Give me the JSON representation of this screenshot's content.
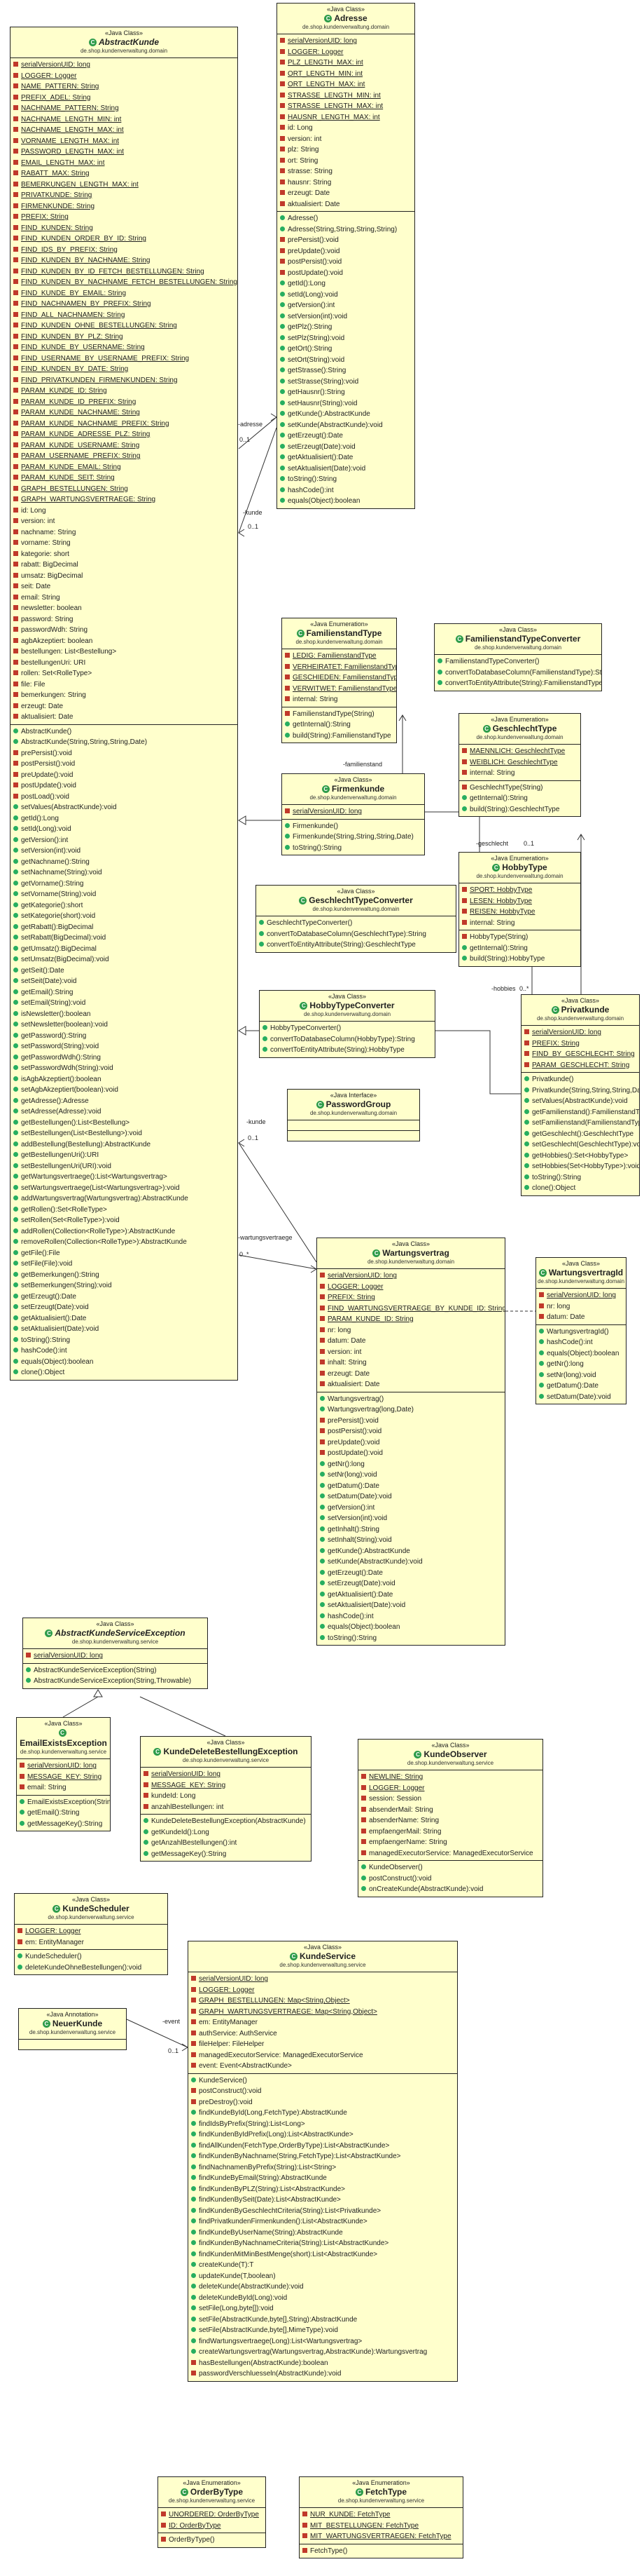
{
  "boxes": [
    {
      "id": "abstractkunde",
      "stereotype": "«Java Class»",
      "name": "AbstractKunde",
      "italic": true,
      "package": "de.shop.kundenverwaltung.domain",
      "sections": [
        [
          "s:serialVersionUID: long",
          "s:LOGGER: Logger",
          "s:NAME_PATTERN: String",
          "s:PREFIX_ADEL: String",
          "s:NACHNAME_PATTERN: String",
          "s:NACHNAME_LENGTH_MIN: int",
          "s:NACHNAME_LENGTH_MAX: int",
          "s:VORNAME_LENGTH_MAX: int",
          "s:PASSWORD_LENGTH_MAX: int",
          "s:EMAIL_LENGTH_MAX: int",
          "s:RABATT_MAX: String",
          "s:BEMERKUNGEN_LENGTH_MAX: int",
          "s:PRIVATKUNDE: String",
          "s:FIRMENKUNDE: String",
          "s:PREFIX: String",
          "s:FIND_KUNDEN: String",
          "s:FIND_KUNDEN_ORDER_BY_ID: String",
          "s:FIND_IDS_BY_PREFIX: String",
          "s:FIND_KUNDEN_BY_NACHNAME: String",
          "s:FIND_KUNDEN_BY_ID_FETCH_BESTELLUNGEN: String",
          "s:FIND_KUNDEN_BY_NACHNAME_FETCH_BESTELLUNGEN: String",
          "s:FIND_KUNDE_BY_EMAIL: String",
          "s:FIND_NACHNAMEN_BY_PREFIX: String",
          "s:FIND_ALL_NACHNAMEN: String",
          "s:FIND_KUNDEN_OHNE_BESTELLUNGEN: String",
          "s:FIND_KUNDEN_BY_PLZ: String",
          "s:FIND_KUNDE_BY_USERNAME: String",
          "s:FIND_USERNAME_BY_USERNAME_PREFIX: String",
          "s:FIND_KUNDEN_BY_DATE: String",
          "s:FIND_PRIVATKUNDEN_FIRMENKUNDEN: String",
          "s:PARAM_KUNDE_ID: String",
          "s:PARAM_KUNDE_ID_PREFIX: String",
          "s:PARAM_KUNDE_NACHNAME: String",
          "s:PARAM_KUNDE_NACHNAME_PREFIX: String",
          "s:PARAM_KUNDE_ADRESSE_PLZ: String",
          "s:PARAM_KUNDE_USERNAME: String",
          "s:PARAM_USERNAME_PREFIX: String",
          "s:PARAM_KUNDE_EMAIL: String",
          "s:PARAM_KUNDE_SEIT: String",
          "s:GRAPH_BESTELLUNGEN: String",
          "s:GRAPH_WARTUNGSVERTRAEGE: String",
          "p:id: Long",
          "p:version: int",
          "p:nachname: String",
          "p:vorname: String",
          "p:kategorie: short",
          "p:rabatt: BigDecimal",
          "p:umsatz: BigDecimal",
          "p:seit: Date",
          "p:email: String",
          "p:newsletter: boolean",
          "p:password: String",
          "p:passwordWdh: String",
          "p:agbAkzeptiert: boolean",
          "p:bestellungen: List<Bestellung>",
          "p:bestellungenUri: URI",
          "p:rollen: Set<RolleType>",
          "p:file: File",
          "p:bemerkungen: String",
          "p:erzeugt: Date",
          "p:aktualisiert: Date"
        ],
        [
          "o:AbstractKunde()",
          "o:AbstractKunde(String,String,String,Date)",
          "r:prePersist():void",
          "r:postPersist():void",
          "r:preUpdate():void",
          "r:postUpdate():void",
          "r:postLoad():void",
          "o:setValues(AbstractKunde):void",
          "o:getId():Long",
          "o:setId(Long):void",
          "o:getVersion():int",
          "o:setVersion(int):void",
          "o:getNachname():String",
          "o:setNachname(String):void",
          "o:getVorname():String",
          "o:setVorname(String):void",
          "o:getKategorie():short",
          "o:setKategorie(short):void",
          "o:getRabatt():BigDecimal",
          "o:setRabatt(BigDecimal):void",
          "o:getUmsatz():BigDecimal",
          "o:setUmsatz(BigDecimal):void",
          "o:getSeit():Date",
          "o:setSeit(Date):void",
          "o:getEmail():String",
          "o:setEmail(String):void",
          "o:isNewsletter():boolean",
          "o:setNewsletter(boolean):void",
          "o:getPassword():String",
          "o:setPassword(String):void",
          "o:getPasswordWdh():String",
          "o:setPasswordWdh(String):void",
          "o:isAgbAkzeptiert():boolean",
          "o:setAgbAkzeptiert(boolean):void",
          "o:getAdresse():Adresse",
          "o:setAdresse(Adresse):void",
          "o:getBestellungen():List<Bestellung>",
          "o:setBestellungen(List<Bestellung>):void",
          "o:addBestellung(Bestellung):AbstractKunde",
          "o:getBestellungenUri():URI",
          "o:setBestellungenUri(URI):void",
          "o:getWartungsvertraege():List<Wartungsvertrag>",
          "o:setWartungsvertraege(List<Wartungsvertrag>):void",
          "o:addWartungsvertrag(Wartungsvertrag):AbstractKunde",
          "o:getRollen():Set<RolleType>",
          "o:setRollen(Set<RolleType>):void",
          "o:addRollen(Collection<RolleType>):AbstractKunde",
          "o:removeRollen(Collection<RolleType>):AbstractKunde",
          "o:getFile():File",
          "o:setFile(File):void",
          "o:getBemerkungen():String",
          "o:setBemerkungen(String):void",
          "o:getErzeugt():Date",
          "o:setErzeugt(Date):void",
          "o:getAktualisiert():Date",
          "o:setAktualisiert(Date):void",
          "o:toString():String",
          "o:hashCode():int",
          "o:equals(Object):boolean",
          "o:clone():Object"
        ]
      ]
    },
    {
      "id": "adresse",
      "stereotype": "«Java Class»",
      "name": "Adresse",
      "package": "de.shop.kundenverwaltung.domain",
      "sections": [
        [
          "s:serialVersionUID: long",
          "s:LOGGER: Logger",
          "s:PLZ_LENGTH_MAX: int",
          "s:ORT_LENGTH_MIN: int",
          "s:ORT_LENGTH_MAX: int",
          "s:STRASSE_LENGTH_MIN: int",
          "s:STRASSE_LENGTH_MAX: int",
          "s:HAUSNR_LENGTH_MAX: int",
          "p:id: Long",
          "p:version: int",
          "p:plz: String",
          "p:ort: String",
          "p:strasse: String",
          "p:hausnr: String",
          "p:erzeugt: Date",
          "p:aktualisiert: Date"
        ],
        [
          "o:Adresse()",
          "o:Adresse(String,String,String,String)",
          "r:prePersist():void",
          "r:preUpdate():void",
          "r:postPersist():void",
          "r:postUpdate():void",
          "o:getId():Long",
          "o:setId(Long):void",
          "o:getVersion():int",
          "o:setVersion(int):void",
          "o:getPlz():String",
          "o:setPlz(String):void",
          "o:getOrt():String",
          "o:setOrt(String):void",
          "o:getStrasse():String",
          "o:setStrasse(String):void",
          "o:getHausnr():String",
          "o:setHausnr(String):void",
          "o:getKunde():AbstractKunde",
          "o:setKunde(AbstractKunde):void",
          "o:getErzeugt():Date",
          "o:setErzeugt(Date):void",
          "o:getAktualisiert():Date",
          "o:setAktualisiert(Date):void",
          "o:toString():String",
          "o:hashCode():int",
          "o:equals(Object):boolean"
        ]
      ]
    },
    {
      "id": "familienstandtype",
      "stereotype": "«Java Enumeration»",
      "name": "FamilienstandType",
      "package": "de.shop.kundenverwaltung.domain",
      "sections": [
        [
          "s:LEDIG: FamilienstandType",
          "s:VERHEIRATET: FamilienstandType",
          "s:GESCHIEDEN: FamilienstandType",
          "s:VERWITWET: FamilienstandType",
          "p:internal: String"
        ],
        [
          "r:FamilienstandType(String)",
          "o:getInternal():String",
          "o:build(String):FamilienstandType"
        ]
      ]
    },
    {
      "id": "familienstandtypeconverter",
      "stereotype": "«Java Class»",
      "name": "FamilienstandTypeConverter",
      "package": "de.shop.kundenverwaltung.domain",
      "sections": [
        [
          "o:FamilienstandTypeConverter()",
          "o:convertToDatabaseColumn(FamilienstandType):String",
          "o:convertToEntityAttribute(String):FamilienstandType"
        ]
      ]
    },
    {
      "id": "geschlechttype",
      "stereotype": "«Java Enumeration»",
      "name": "GeschlechtType",
      "package": "de.shop.kundenverwaltung.domain",
      "sections": [
        [
          "s:MAENNLICH: GeschlechtType",
          "s:WEIBLICH: GeschlechtType",
          "p:internal: String"
        ],
        [
          "r:GeschlechtType(String)",
          "o:getInternal():String",
          "o:build(String):GeschlechtType"
        ]
      ]
    },
    {
      "id": "firmenkunde",
      "stereotype": "«Java Class»",
      "name": "Firmenkunde",
      "package": "de.shop.kundenverwaltung.domain",
      "sections": [
        [
          "s:serialVersionUID: long"
        ],
        [
          "o:Firmenkunde()",
          "o:Firmenkunde(String,String,String,Date)",
          "o:toString():String"
        ]
      ]
    },
    {
      "id": "hobbytype",
      "stereotype": "«Java Enumeration»",
      "name": "HobbyType",
      "package": "de.shop.kundenverwaltung.domain",
      "sections": [
        [
          "s:SPORT: HobbyType",
          "s:LESEN: HobbyType",
          "s:REISEN: HobbyType",
          "p:internal: String"
        ],
        [
          "r:HobbyType(String)",
          "o:getInternal():String",
          "o:build(String):HobbyType"
        ]
      ]
    },
    {
      "id": "geschlechttypeconverter",
      "stereotype": "«Java Class»",
      "name": "GeschlechtTypeConverter",
      "package": "de.shop.kundenverwaltung.domain",
      "sections": [
        [
          "o:GeschlechtTypeConverter()",
          "o:convertToDatabaseColumn(GeschlechtType):String",
          "o:convertToEntityAttribute(String):GeschlechtType"
        ]
      ]
    },
    {
      "id": "hobbytypeconverter",
      "stereotype": "«Java Class»",
      "name": "HobbyTypeConverter",
      "package": "de.shop.kundenverwaltung.domain",
      "sections": [
        [
          "o:HobbyTypeConverter()",
          "o:convertToDatabaseColumn(HobbyType):String",
          "o:convertToEntityAttribute(String):HobbyType"
        ]
      ]
    },
    {
      "id": "privatkunde",
      "stereotype": "«Java Class»",
      "name": "Privatkunde",
      "package": "de.shop.kundenverwaltung.domain",
      "sections": [
        [
          "s:serialVersionUID: long",
          "s:PREFIX: String",
          "s:FIND_BY_GESCHLECHT: String",
          "s:PARAM_GESCHLECHT: String"
        ],
        [
          "o:Privatkunde()",
          "o:Privatkunde(String,String,String,Date)",
          "o:setValues(AbstractKunde):void",
          "o:getFamilienstand():FamilienstandType",
          "o:setFamilienstand(FamilienstandType):void",
          "o:getGeschlecht():GeschlechtType",
          "o:setGeschlecht(GeschlechtType):void",
          "o:getHobbies():Set<HobbyType>",
          "o:setHobbies(Set<HobbyType>):void",
          "o:toString():String",
          "o:clone():Object"
        ]
      ]
    },
    {
      "id": "passwordgroup",
      "stereotype": "«Java Interface»",
      "name": "PasswordGroup",
      "package": "de.shop.kundenverwaltung.domain",
      "sections": [
        [],
        []
      ]
    },
    {
      "id": "wartungsvertrag",
      "stereotype": "«Java Class»",
      "name": "Wartungsvertrag",
      "package": "de.shop.kundenverwaltung.domain",
      "sections": [
        [
          "s:serialVersionUID: long",
          "s:LOGGER: Logger",
          "s:PREFIX: String",
          "s:FIND_WARTUNGSVERTRAEGE_BY_KUNDE_ID: String",
          "s:PARAM_KUNDE_ID: String",
          "p:nr: long",
          "p:datum: Date",
          "p:version: int",
          "p:inhalt: String",
          "p:erzeugt: Date",
          "p:aktualisiert: Date"
        ],
        [
          "o:Wartungsvertrag()",
          "o:Wartungsvertrag(long,Date)",
          "r:prePersist():void",
          "r:postPersist():void",
          "r:preUpdate():void",
          "r:postUpdate():void",
          "o:getNr():long",
          "o:setNr(long):void",
          "o:getDatum():Date",
          "o:setDatum(Date):void",
          "o:getVersion():int",
          "o:setVersion(int):void",
          "o:getInhalt():String",
          "o:setInhalt(String):void",
          "o:getKunde():AbstractKunde",
          "o:setKunde(AbstractKunde):void",
          "o:getErzeugt():Date",
          "o:setErzeugt(Date):void",
          "o:getAktualisiert():Date",
          "o:setAktualisiert(Date):void",
          "o:hashCode():int",
          "o:equals(Object):boolean",
          "o:toString():String"
        ]
      ]
    },
    {
      "id": "wartungsvertragid",
      "stereotype": "«Java Class»",
      "name": "WartungsvertragId",
      "package": "de.shop.kundenverwaltung.domain",
      "sections": [
        [
          "s:serialVersionUID: long",
          "p:nr: long",
          "p:datum: Date"
        ],
        [
          "o:WartungsvertragId()",
          "o:hashCode():int",
          "o:equals(Object):boolean",
          "o:getNr():long",
          "o:setNr(long):void",
          "o:getDatum():Date",
          "o:setDatum(Date):void"
        ]
      ]
    },
    {
      "id": "abstractkundeserviceexception",
      "stereotype": "«Java Class»",
      "name": "AbstractKundeServiceException",
      "italic": true,
      "package": "de.shop.kundenverwaltung.service",
      "sections": [
        [
          "s:serialVersionUID: long"
        ],
        [
          "o:AbstractKundeServiceException(String)",
          "o:AbstractKundeServiceException(String,Throwable)"
        ]
      ]
    },
    {
      "id": "emailexistsexception",
      "stereotype": "«Java Class»",
      "name": "EmailExistsException",
      "package": "de.shop.kundenverwaltung.service",
      "sections": [
        [
          "s:serialVersionUID: long",
          "s:MESSAGE_KEY: String",
          "p:email: String"
        ],
        [
          "o:EmailExistsException(String)",
          "o:getEmail():String",
          "o:getMessageKey():String"
        ]
      ]
    },
    {
      "id": "kundedeletebestellungexception",
      "stereotype": "«Java Class»",
      "name": "KundeDeleteBestellungException",
      "package": "de.shop.kundenverwaltung.service",
      "sections": [
        [
          "s:serialVersionUID: long",
          "s:MESSAGE_KEY: String",
          "p:kundeId: Long",
          "p:anzahlBestellungen: int"
        ],
        [
          "o:KundeDeleteBestellungException(AbstractKunde)",
          "o:getKundeId():Long",
          "o:getAnzahlBestellungen():int",
          "o:getMessageKey():String"
        ]
      ]
    },
    {
      "id": "kundeobserver",
      "stereotype": "«Java Class»",
      "name": "KundeObserver",
      "package": "de.shop.kundenverwaltung.service",
      "sections": [
        [
          "s:NEWLINE: String",
          "s:LOGGER: Logger",
          "p:session: Session",
          "p:absenderMail: String",
          "p:absenderName: String",
          "p:empfaengerMail: String",
          "p:empfaengerName: String",
          "p:managedExecutorService: ManagedExecutorService"
        ],
        [
          "o:KundeObserver()",
          "o:postConstruct():void",
          "o:onCreateKunde(AbstractKunde):void"
        ]
      ]
    },
    {
      "id": "kundescheduler",
      "stereotype": "«Java Class»",
      "name": "KundeScheduler",
      "package": "de.shop.kundenverwaltung.service",
      "sections": [
        [
          "s:LOGGER: Logger",
          "p:em: EntityManager"
        ],
        [
          "o:KundeScheduler()",
          "o:deleteKundeOhneBestellungen():void"
        ]
      ]
    },
    {
      "id": "neuerkunde",
      "stereotype": "«Java Annotation»",
      "name": "NeuerKunde",
      "package": "de.shop.kundenverwaltung.service",
      "sections": [
        []
      ]
    },
    {
      "id": "kundeservice",
      "stereotype": "«Java Class»",
      "name": "KundeService",
      "package": "de.shop.kundenverwaltung.service",
      "sections": [
        [
          "s:serialVersionUID: long",
          "s:LOGGER: Logger",
          "s:GRAPH_BESTELLUNGEN: Map<String,Object>",
          "s:GRAPH_WARTUNGSVERTRAEGE: Map<String,Object>",
          "p:em: EntityManager",
          "p:authService: AuthService",
          "p:fileHelper: FileHelper",
          "p:managedExecutorService: ManagedExecutorService",
          "p:event: Event<AbstractKunde>"
        ],
        [
          "o:KundeService()",
          "r:postConstruct():void",
          "r:preDestroy():void",
          "o:findKundeById(Long,FetchType):AbstractKunde",
          "o:findIdsByPrefix(String):List<Long>",
          "o:findKundenByIdPrefix(Long):List<AbstractKunde>",
          "o:findAllKunden(FetchType,OrderByType):List<AbstractKunde>",
          "o:findKundenByNachname(String,FetchType):List<AbstractKunde>",
          "o:findNachnamenByPrefix(String):List<String>",
          "o:findKundeByEmail(String):AbstractKunde",
          "o:findKundenByPLZ(String):List<AbstractKunde>",
          "o:findKundenBySeit(Date):List<AbstractKunde>",
          "o:findKundenByGeschlechtCriteria(String):List<Privatkunde>",
          "o:findPrivatkundenFirmenkunden():List<AbstractKunde>",
          "o:findKundeByUserName(String):AbstractKunde",
          "o:findKundenByNachnameCriteria(String):List<AbstractKunde>",
          "o:findKundenMitMinBestMenge(short):List<AbstractKunde>",
          "o:createKunde(T):T",
          "o:updateKunde(T,boolean)",
          "o:deleteKunde(AbstractKunde):void",
          "o:deleteKundeById(Long):void",
          "o:setFile(Long,byte[]):void",
          "o:setFile(AbstractKunde,byte[],String):AbstractKunde",
          "o:setFile(AbstractKunde,byte[],MimeType):void",
          "o:findWartungsvertraege(Long):List<Wartungsvertrag>",
          "o:createWartungsvertrag(Wartungsvertrag,AbstractKunde):Wartungsvertrag",
          "r:hasBestellungen(AbstractKunde):boolean",
          "r:passwordVerschluesseln(AbstractKunde):void"
        ]
      ]
    },
    {
      "id": "orderbytype",
      "stereotype": "«Java Enumeration»",
      "name": "OrderByType",
      "package": "de.shop.kundenverwaltung.service",
      "sections": [
        [
          "s:UNORDERED: OrderByType",
          "s:ID: OrderByType"
        ],
        [
          "r:OrderByType()"
        ]
      ]
    },
    {
      "id": "fetchtype",
      "stereotype": "«Java Enumeration»",
      "name": "FetchType",
      "package": "de.shop.kundenverwaltung.service",
      "sections": [
        [
          "s:NUR_KUNDE: FetchType",
          "s:MIT_BESTELLUNGEN: FetchType",
          "s:MIT_WARTUNGSVERTRAEGEN: FetchType"
        ],
        [
          "r:FetchType()"
        ]
      ]
    }
  ],
  "labels": [
    {
      "id": "lbl-adresse",
      "text": "-adresse"
    },
    {
      "id": "lbl-adresse-mult",
      "text": "0..1"
    },
    {
      "id": "lbl-kunde-adresse",
      "text": "-kunde"
    },
    {
      "id": "lbl-kunde-adresse-mult",
      "text": "0..1"
    },
    {
      "id": "lbl-familienstand",
      "text": "-familienstand"
    },
    {
      "id": "lbl-geschlecht",
      "text": "-geschlecht"
    },
    {
      "id": "lbl-geschlecht-mult",
      "text": "0..1"
    },
    {
      "id": "lbl-hobbies",
      "text": "-hobbies"
    },
    {
      "id": "lbl-hobbies-mult",
      "text": "0..*"
    },
    {
      "id": "lbl-kunde-wv",
      "text": "-kunde"
    },
    {
      "id": "lbl-kunde-wv-mult",
      "text": "0..1"
    },
    {
      "id": "lbl-wartungsvertraege",
      "text": "-wartungsvertraege"
    },
    {
      "id": "lbl-wartungsvertraege-mult",
      "text": "0..*"
    },
    {
      "id": "lbl-event",
      "text": "-event"
    },
    {
      "id": "lbl-event-mult",
      "text": "0..1"
    }
  ]
}
